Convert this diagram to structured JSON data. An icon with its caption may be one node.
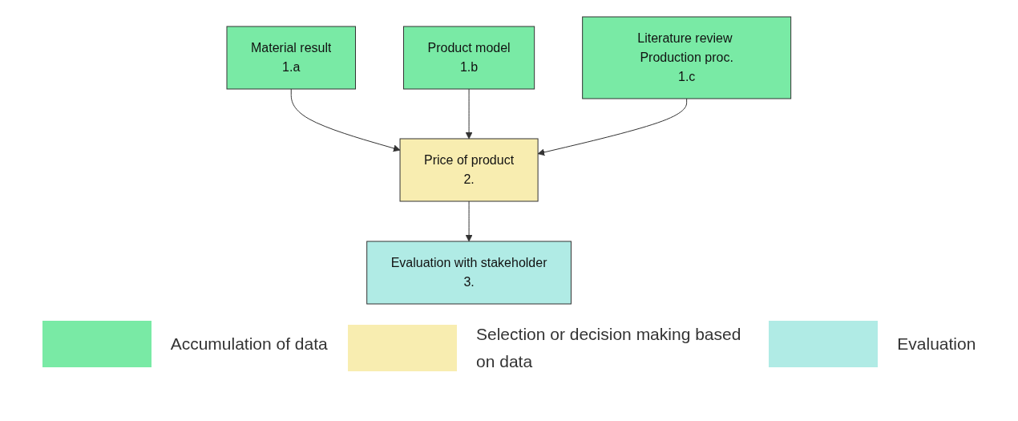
{
  "diagram": {
    "nodes": [
      {
        "text": [
          "Material result",
          "1.a"
        ]
      },
      {
        "text": [
          "Product model",
          "1.b"
        ]
      },
      {
        "text": [
          "Price of product",
          "2."
        ]
      },
      {
        "text": [
          "Literature review Production proc.",
          "1.c"
        ]
      },
      {
        "text": [
          "Evaluation with stakeholder",
          "3."
        ]
      }
    ],
    "edges": [
      {
        "from": 0,
        "to": 2,
        "arrow": "to"
      },
      {
        "from": 1,
        "to": 2,
        "arrow": "to"
      },
      {
        "from": 3,
        "to": 2,
        "arrow": "to"
      },
      {
        "from": 2,
        "to": 4,
        "arrow": "to"
      }
    ],
    "legend": [
      {
        "text": "Accumulation of data",
        "color": "#79eaa5"
      },
      {
        "text": "Selection or decision making based on data",
        "color": "#f8edb0"
      },
      {
        "text": "Evaluation",
        "color": "#b0ebe5"
      }
    ]
  }
}
